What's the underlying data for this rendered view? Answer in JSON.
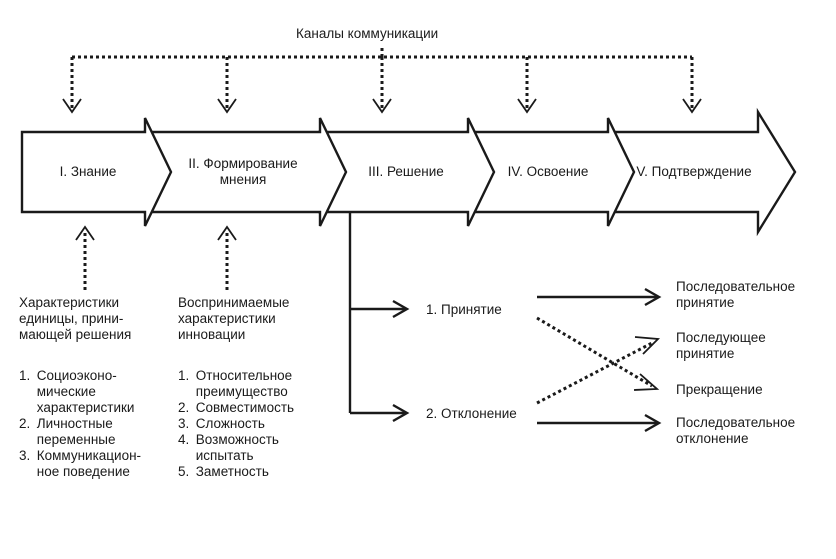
{
  "channels": {
    "label": "Каналы коммуникации"
  },
  "stages": [
    {
      "label": "I. Знание"
    },
    {
      "label": "II. Формирование мнения"
    },
    {
      "label": "III. Решение"
    },
    {
      "label": "IV. Освоение"
    },
    {
      "label": "V. Подтверждение"
    }
  ],
  "decision_maker": {
    "title_lines": [
      "Характеристики",
      "единицы, прини-",
      "мающей решения"
    ],
    "items": [
      {
        "num": "1.",
        "lines": [
          "Социоэконо-",
          "мические",
          "характеристики"
        ]
      },
      {
        "num": "2.",
        "lines": [
          "Личностные",
          "переменные"
        ]
      },
      {
        "num": "3.",
        "lines": [
          "Коммуникацион-",
          "ное поведение"
        ]
      }
    ]
  },
  "innovation": {
    "title_lines": [
      "Воспринимаемые",
      "характеристики",
      "инновации"
    ],
    "items": [
      {
        "num": "1.",
        "lines": [
          "Относительное",
          "преимущество"
        ]
      },
      {
        "num": "2.",
        "lines": [
          "Совместимость"
        ]
      },
      {
        "num": "3.",
        "lines": [
          "Сложность"
        ]
      },
      {
        "num": "4.",
        "lines": [
          "Возможность",
          "испытать"
        ]
      },
      {
        "num": "5.",
        "lines": [
          "Заметность"
        ]
      }
    ]
  },
  "decision": {
    "adoption": "1. Принятие",
    "rejection": "2. Отклонение"
  },
  "outcomes": {
    "continued_adoption": [
      "Последовательное",
      "принятие"
    ],
    "later_adoption": [
      "Последующее",
      "принятие"
    ],
    "discontinuance": [
      "Прекращение"
    ],
    "continued_rejection": [
      "Последовательное",
      "отклонение"
    ]
  },
  "colors": {
    "ink": "#1a1a1a",
    "background": "#ffffff"
  }
}
